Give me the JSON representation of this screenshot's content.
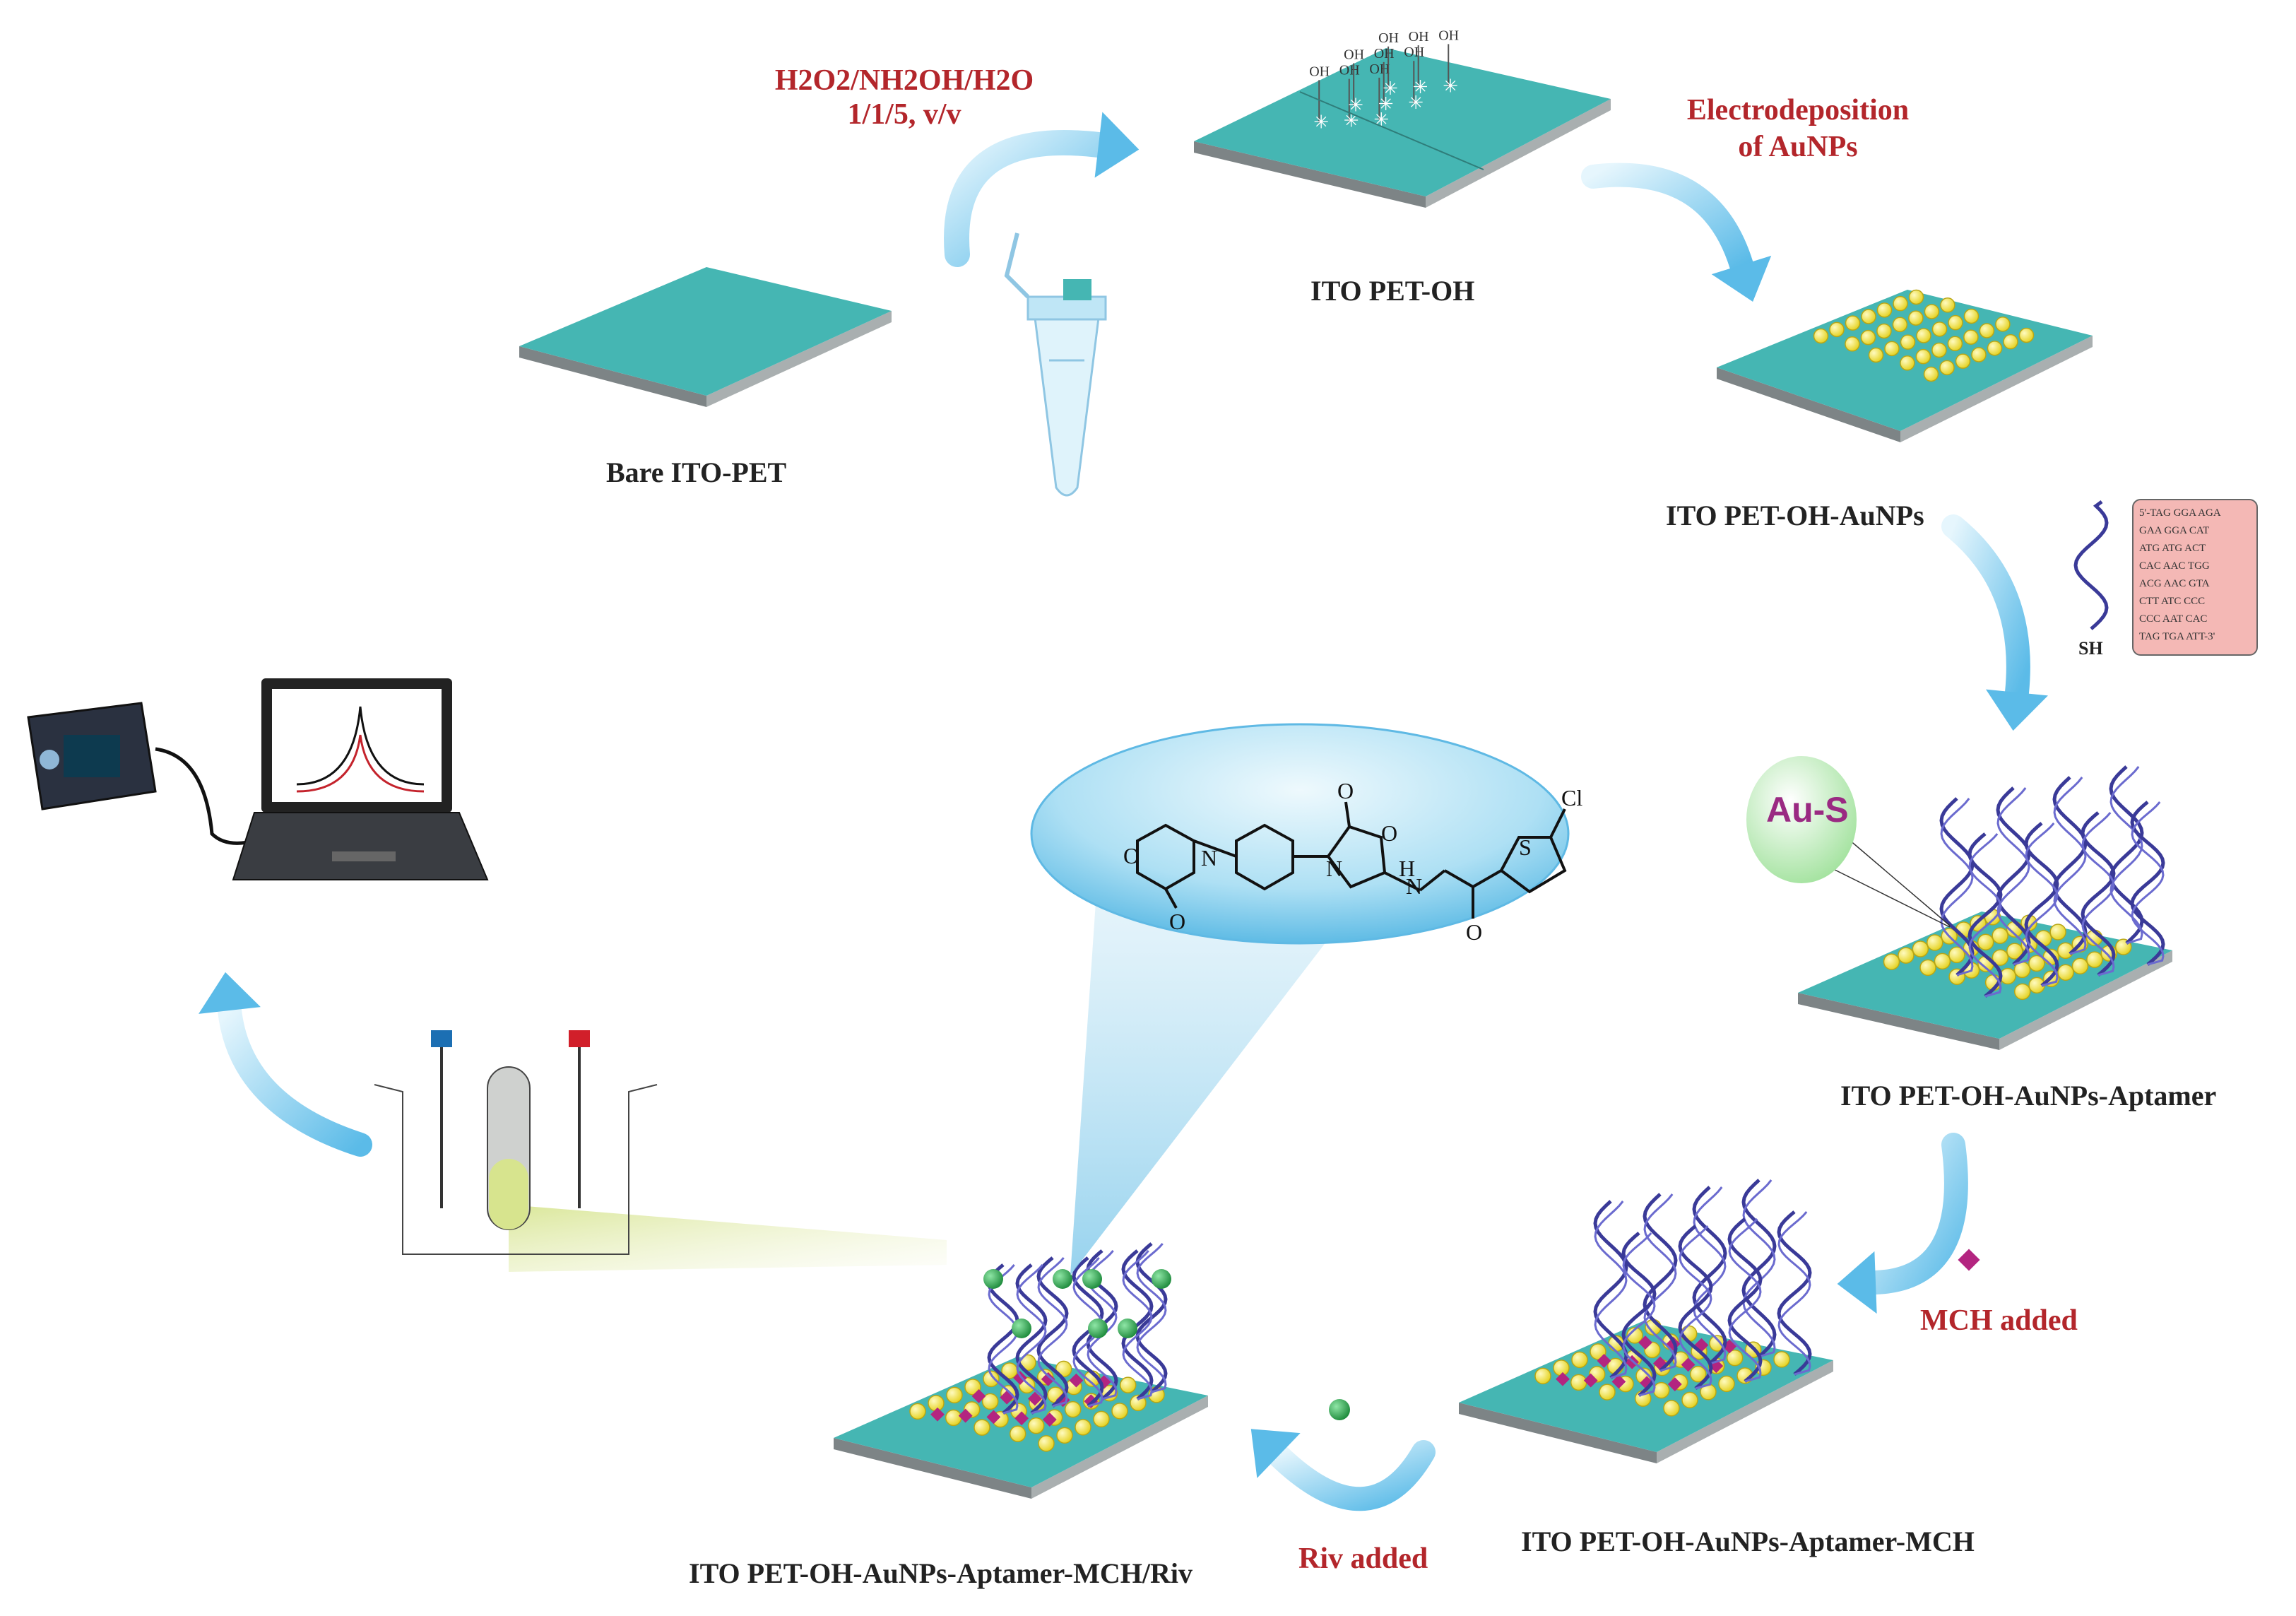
{
  "steps": {
    "bare": "Bare ITO-PET",
    "oh": "ITO PET-OH",
    "aunps": "ITO PET-OH-AuNPs",
    "aptamer": "ITO PET-OH-AuNPs-Aptamer",
    "mch": "ITO PET-OH-AuNPs-Aptamer-MCH",
    "riv": "ITO PET-OH-AuNPs-Aptamer-MCH/Riv"
  },
  "reagents": {
    "treatment_line1": "H2O2/NH2OH/H2O",
    "treatment_line2": "1/1/5, v/v",
    "electro_line1": "Electrodeposition",
    "electro_line2": "of AuNPs",
    "mch_added": "MCH added",
    "riv_added": "Riv added",
    "au_s": "Au-S",
    "sh": "SH",
    "oh": "OH"
  },
  "sequence": [
    "5'-TAG GGA AGA",
    "GAA GGA CAT",
    "ATG ATG ACT",
    "CAC AAC TGG",
    "ACG AAC GTA",
    "CTT ATC CCC",
    "CCC AAT CAC",
    "TAG TGA ATT-3'"
  ],
  "molecule_atoms": {
    "o": "O",
    "n": "N",
    "nh_h": "H",
    "s": "S",
    "cl": "Cl"
  },
  "colors": {
    "plate_top": "#45b6b3",
    "plate_edge": "#8f9596",
    "arrow": "#6cc4ec",
    "gold": "#f2e22b",
    "dna": "#3a3a98",
    "label_red": "#b3262b",
    "riv_green": "#1f8a3a",
    "mch_magenta": "#b32580"
  },
  "icons": {
    "potentiostat": "potentiostat-icon",
    "laptop": "laptop-icon",
    "cell": "electrochemical-cell-icon",
    "tube": "eppendorf-tube-icon"
  }
}
